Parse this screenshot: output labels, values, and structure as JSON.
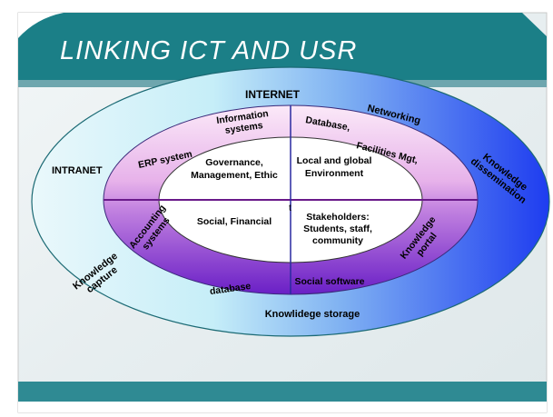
{
  "slide": {
    "title": "LINKING ICT AND USR"
  },
  "diagram": {
    "outer_ring": {
      "top": "INTERNET",
      "left": "INTRANET",
      "top_right": "Networking",
      "right": "Knowledge dissemination",
      "bottom_left": "Knowledge capture",
      "bottom": "Knowlidege storage"
    },
    "middle_ring": {
      "top_left_a": "Information systems",
      "top_left_b": "ERP system",
      "top_right_a": "Database,",
      "top_right_b": "Facilities Mgt,",
      "bottom_left_a": "Accounting systems",
      "bottom_left_b": "database",
      "bottom_right_a": "Social software",
      "bottom_right_b": "Knowledge portal"
    },
    "inner": {
      "top_left": "Governance, Management, Ethic",
      "top_right": "Local and global Environment",
      "bottom_left": "Social, Financial",
      "bottom_right": "Stakeholders: Students, staff, community",
      "stray_mark": "t"
    }
  },
  "colors": {
    "title_bar": "#1b7f87",
    "band": "#6ea6ae",
    "footer": "#2f8a93",
    "outer_ring_left": "#e4f6fb",
    "outer_ring_right": "#1e3cf0",
    "middle_ring_top": "#f7dcf5",
    "middle_ring_bottom": "#7a2fcf",
    "divider": "#6a1a8a"
  }
}
